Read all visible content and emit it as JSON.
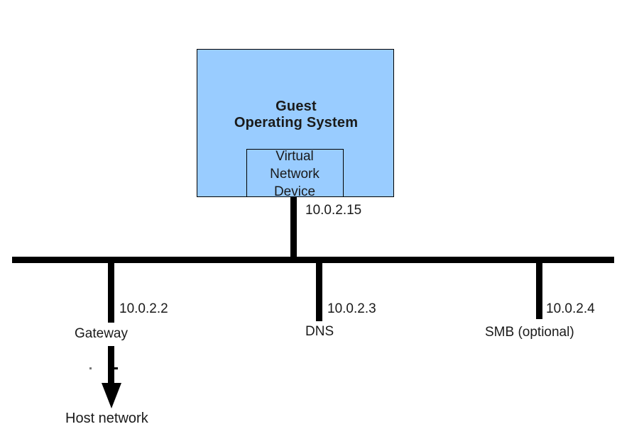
{
  "guest": {
    "title_line1": "Guest",
    "title_line2": "Operating System",
    "device_line1": "Virtual",
    "device_line2": "Network",
    "device_line3": "Device",
    "ip": "10.0.2.15"
  },
  "bus_nodes": [
    {
      "ip": "10.0.2.2",
      "label": "Gateway"
    },
    {
      "ip": "10.0.2.3",
      "label": "DNS"
    },
    {
      "ip": "10.0.2.4",
      "label": "SMB (optional)"
    }
  ],
  "host": {
    "label": "Host network"
  },
  "colors": {
    "guest_fill": "#99ccff",
    "line": "#000000",
    "text": "#1a1a1a",
    "background": "#ffffff"
  }
}
